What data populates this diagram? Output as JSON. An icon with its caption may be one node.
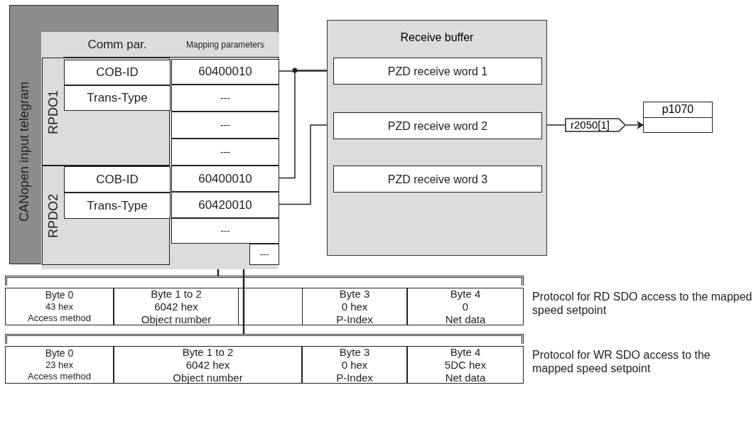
{
  "diagram": {
    "nodes": [
      {
        "text": [
          "CANopen input telegram"
        ]
      },
      {
        "text": [
          "Comm par."
        ],
        "in": 0
      },
      {
        "text": [
          "Mapping parameters"
        ],
        "in": 0
      },
      {
        "text": [
          "RPDO1"
        ],
        "in": 0
      },
      {
        "text": [
          "COB-ID"
        ],
        "in": 3
      },
      {
        "text": [
          "60400010"
        ],
        "in": 0
      },
      {
        "text": [
          "Trans-Type"
        ],
        "in": 3
      },
      {
        "text": [
          "---"
        ],
        "in": 0
      },
      {
        "text": [
          "---"
        ],
        "in": 0
      },
      {
        "text": [
          "---"
        ],
        "in": 0
      },
      {
        "text": [
          "RPDO2"
        ],
        "in": 0
      },
      {
        "text": [
          "COB-ID"
        ],
        "in": 10
      },
      {
        "text": [
          "60400010"
        ],
        "in": 0
      },
      {
        "text": [
          "Trans-Type"
        ],
        "in": 10
      },
      {
        "text": [
          "60420010"
        ],
        "in": 0
      },
      {
        "text": [
          "---"
        ],
        "in": 0
      },
      {
        "text": [
          "---"
        ],
        "in": 0
      },
      {
        "text": [
          "Receive buffer"
        ]
      },
      {
        "text": [
          "PZD receive word 1"
        ],
        "in": 17
      },
      {
        "text": [
          "PZD receive word 2"
        ],
        "in": 17
      },
      {
        "text": [
          "PZD receive word 3"
        ],
        "in": 17
      },
      {
        "text": [
          "r2050[1]"
        ]
      },
      {
        "text": [
          "p1070"
        ]
      },
      {
        "text": [],
        "shape": "box",
        "beside": [
          "Protocol for RD SDO access to the mapped speed setpoint"
        ]
      },
      {
        "text": [
          "Byte 0",
          "43 hex",
          "Access method"
        ],
        "in": 23
      },
      {
        "text": [
          "Byte 1 to 2",
          "6042 hex",
          "Object number"
        ],
        "in": 23
      },
      {
        "text": [
          "Byte 3",
          "0 hex",
          "P-Index"
        ],
        "in": 23
      },
      {
        "text": [
          "Byte 4",
          "0",
          "Net data"
        ],
        "in": 23
      },
      {
        "text": [],
        "shape": "box",
        "beside": [
          "Protocol for WR SDO access to the mapped speed setpoint"
        ]
      },
      {
        "text": [
          "Byte 0",
          "23 hex",
          "Access method"
        ],
        "in": 28
      },
      {
        "text": [
          "Byte 1 to 2",
          "6042 hex",
          "Object number"
        ],
        "in": 28
      },
      {
        "text": [
          "Byte 3",
          "0 hex",
          "P-Index"
        ],
        "in": 28
      },
      {
        "text": [
          "Byte 4",
          "5DC hex",
          "Net data"
        ],
        "in": 28
      }
    ],
    "edges": [
      {
        "from": 5,
        "to": 18,
        "arrow": "none"
      },
      {
        "from": 12,
        "to": 18,
        "arrow": "none"
      },
      {
        "from": 14,
        "to": 19,
        "arrow": "none"
      },
      {
        "from": 19,
        "to": 21,
        "arrow": "none"
      },
      {
        "from": 21,
        "to": 22,
        "arrow": "to"
      },
      {
        "from": 23,
        "to": 15,
        "arrow": "to"
      },
      {
        "from": 28,
        "to": 15,
        "arrow": "to"
      }
    ]
  }
}
